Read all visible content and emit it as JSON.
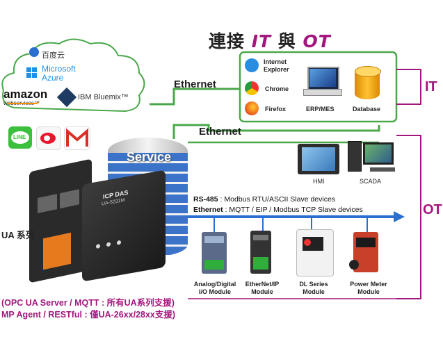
{
  "title": {
    "prefix": "連接 ",
    "it": "IT",
    "mid": " 與 ",
    "ot": "OT"
  },
  "cloud": {
    "baidu": "百度云",
    "microsoft_line1": "Microsoft",
    "microsoft_line2": "Azure",
    "amazon_line1": "amazon",
    "amazon_line2": "webservices™",
    "ibm": "IBM Bluemix™"
  },
  "ethernet_top": "Ethernet",
  "ethernet_mid": "Ethernet",
  "service": "Service",
  "it_box": {
    "browsers": [
      {
        "label": "Internet Explorer",
        "icon": "ie-icon"
      },
      {
        "label": "Chrome",
        "icon": "chrome-icon"
      },
      {
        "label": "Firefox",
        "icon": "firefox-icon"
      }
    ],
    "erp": "ERP/MES",
    "database": "Database"
  },
  "side_it": "IT",
  "side_ot": "OT",
  "hmi": "HMI",
  "scada": "SCADA",
  "social_icons": [
    "line-icon",
    "weibo-icon",
    "gmail-icon"
  ],
  "line_text": "LINE",
  "gateway_model": "UA-5231M",
  "gateway_brand": "ICP DAS",
  "protocols": {
    "rs485_label": "RS-485",
    "rs485_text": ": Modbus RTU/ASCII Slave devices",
    "eth_label": "Ethernet",
    "eth_text": ": MQTT / EIP / Modbus TCP Slave devices"
  },
  "modules": [
    {
      "line1": "Analog/Digital",
      "line2": "I/O Module"
    },
    {
      "line1": "EtherNet/IP",
      "line2": "Module"
    },
    {
      "line1": "DL Series",
      "line2": "Module"
    },
    {
      "line1": "Power Meter",
      "line2": "Module"
    }
  ],
  "ua_series": "UA 系列",
  "footer1": "(OPC UA Server / MQTT : 所有UA系列支援)",
  "footer2": "MP Agent / RESTful : 僅UA-26xx/28xx支援)",
  "colors": {
    "accent": "#a2177e",
    "line_green": "#4aa84a",
    "arrow_blue": "#2a6fd0",
    "stack_blue": "#3b73c8"
  }
}
